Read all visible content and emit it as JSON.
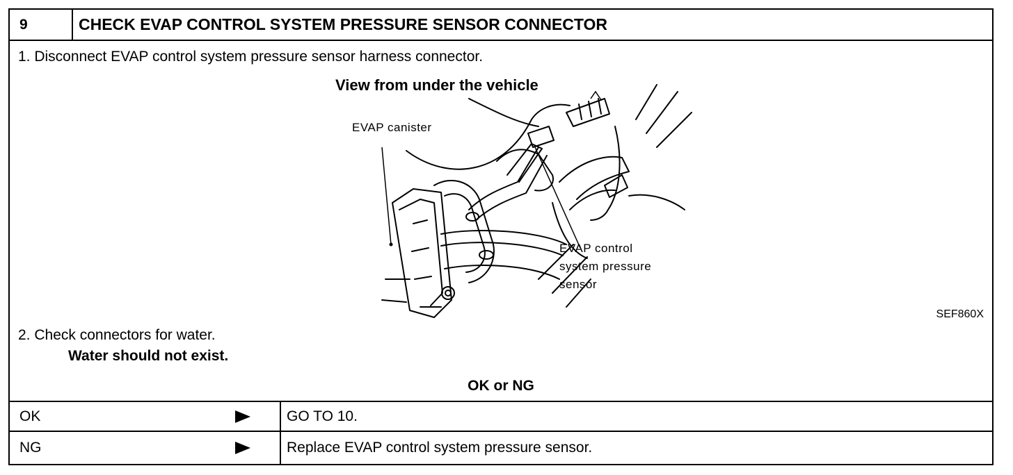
{
  "header": {
    "step_number": "9",
    "title": "CHECK EVAP CONTROL SYSTEM PRESSURE SENSOR CONNECTOR"
  },
  "steps": [
    "1. Disconnect EVAP control system pressure sensor harness connector.",
    "2. Check connectors for water."
  ],
  "step2_note": "Water should not exist.",
  "figure": {
    "title": "View from under the vehicle",
    "label_canister": "EVAP canister",
    "label_sensor_line1": "EVAP control",
    "label_sensor_line2": "system pressure",
    "label_sensor_line3": "sensor",
    "code": "SEF860X"
  },
  "decision": {
    "prompt": "OK or NG",
    "rows": [
      {
        "result": "OK",
        "action": "GO TO 10."
      },
      {
        "result": "NG",
        "action": "Replace EVAP control system pressure sensor."
      }
    ]
  }
}
